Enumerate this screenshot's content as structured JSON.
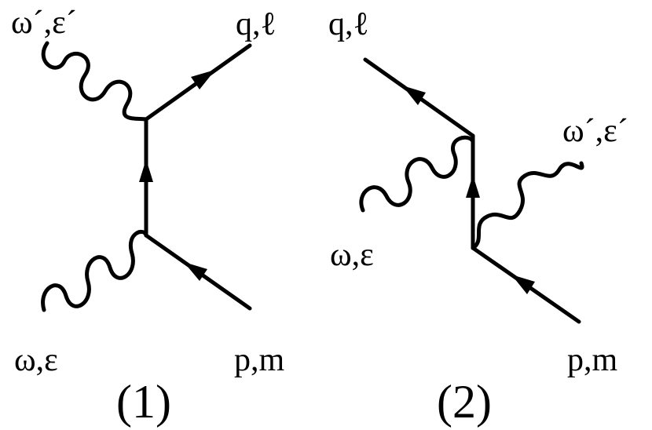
{
  "diagrams": [
    {
      "caption": "(1)",
      "labels": {
        "outgoing_photon": "ω´,ε´",
        "outgoing_fermion": "q,ℓ",
        "incoming_photon": "ω,ε",
        "incoming_fermion": "p,m"
      }
    },
    {
      "caption": "(2)",
      "labels": {
        "outgoing_fermion": "q,ℓ",
        "outgoing_photon": "ω´,ε´",
        "incoming_photon": "ω,ε",
        "incoming_fermion": "p,m"
      }
    }
  ],
  "colors": {
    "ink": "#000000",
    "background": "#ffffff"
  }
}
